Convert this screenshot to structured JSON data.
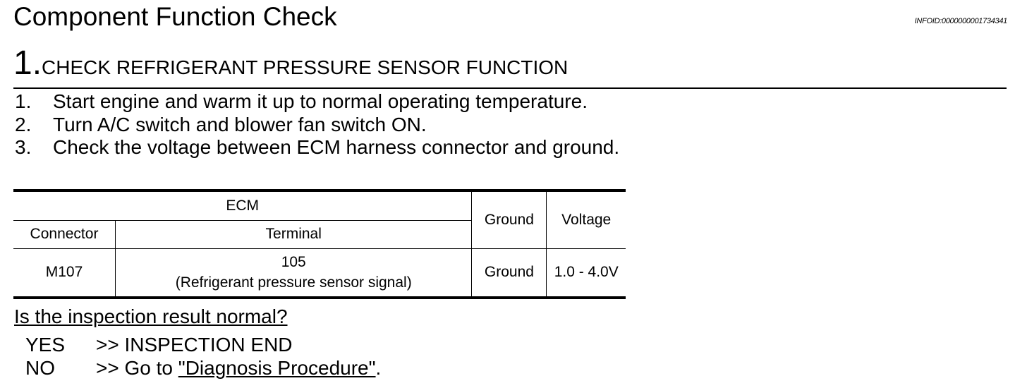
{
  "header": {
    "title": "Component Function Check",
    "infoid": "INFOID:0000000001734341"
  },
  "step": {
    "number": "1.",
    "title": "CHECK REFRIGERANT PRESSURE SENSOR FUNCTION"
  },
  "instructions": [
    {
      "num": "1.",
      "text": "Start engine and warm it up to normal operating temperature."
    },
    {
      "num": "2.",
      "text": "Turn A/C switch and blower fan switch ON."
    },
    {
      "num": "3.",
      "text": "Check the voltage between ECM harness connector and ground."
    }
  ],
  "table": {
    "group_header": "ECM",
    "col_connector": "Connector",
    "col_terminal": "Terminal",
    "col_ground": "Ground",
    "col_voltage": "Voltage",
    "row": {
      "connector": "M107",
      "terminal_number": "105",
      "terminal_desc": "(Refrigerant pressure sensor signal)",
      "ground": "Ground",
      "voltage": "1.0 - 4.0V"
    }
  },
  "question": "Is the inspection result normal?",
  "answers": {
    "yes_key": "YES",
    "yes_text": ">> INSPECTION END",
    "no_key": "NO",
    "no_prefix": ">> Go to ",
    "no_link": "\"Diagnosis Procedure\"",
    "no_suffix": "."
  }
}
